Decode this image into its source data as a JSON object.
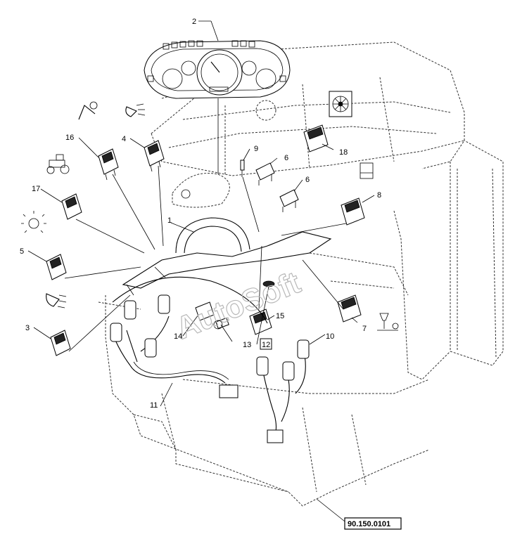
{
  "callouts": {
    "c1": "1",
    "c2": "2",
    "c3": "3",
    "c4": "4",
    "c5": "5",
    "c6a": "6",
    "c6b": "6",
    "c7": "7",
    "c8": "8",
    "c9": "9",
    "c10": "10",
    "c11": "11",
    "c12": "12",
    "c13": "13",
    "c14": "14",
    "c15": "15",
    "c16": "16",
    "c17": "17",
    "c18": "18"
  },
  "reference_code": "90.150.0101",
  "watermark": "AutoSoft",
  "icons": [
    "instrument-cluster-icon",
    "wiper-washer-icon",
    "work-light-icon",
    "tractor-icon",
    "beacon-light-icon",
    "headlight-icon",
    "fan-heater-icon",
    "door-light-icon",
    "mirror-heater-icon"
  ]
}
